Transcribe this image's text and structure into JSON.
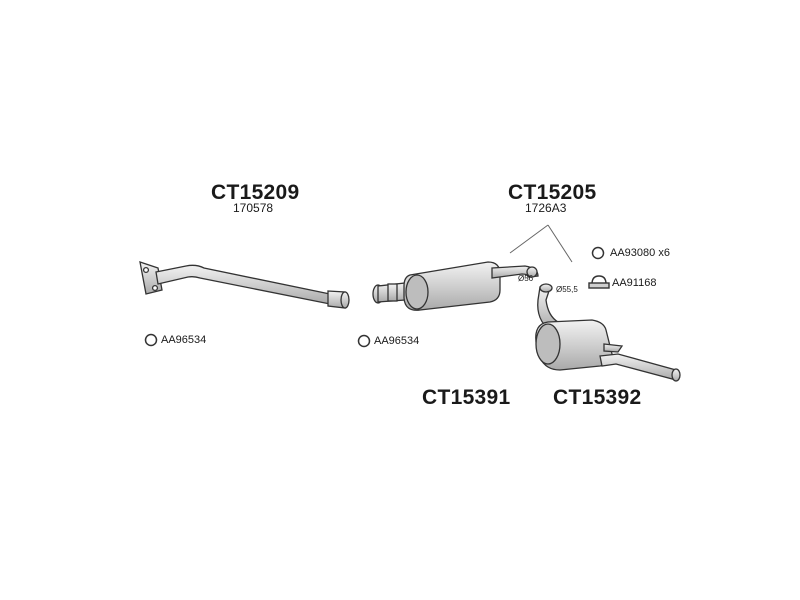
{
  "parts": {
    "front_pipe": {
      "code": "CT15209",
      "ref": "170578"
    },
    "middle_silencer_group": {
      "code": "CT15205",
      "ref": "1726A3"
    },
    "middle_silencer": {
      "code": "CT15391"
    },
    "rear_silencer": {
      "code": "CT15392"
    }
  },
  "fittings": {
    "gasket_left": "AA96534",
    "gasket_mid": "AA96534",
    "gaskets": "AA93080 x6",
    "clamp": "AA91168"
  },
  "diameters": {
    "d1": "Ø56",
    "d2": "Ø55,5"
  },
  "colors": {
    "line": "#333333",
    "fill": "#d8d8d8",
    "text": "#1a1a1a"
  }
}
